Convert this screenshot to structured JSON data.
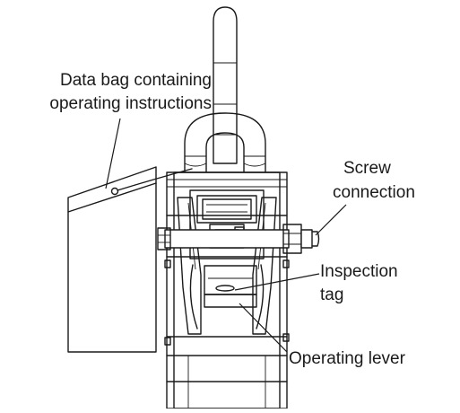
{
  "labels": {
    "data_bag_line1": "Data bag containing",
    "data_bag_line2": "operating instructions",
    "screw_line1": "Screw",
    "screw_line2": "connection",
    "inspection_line1": "Inspection",
    "inspection_line2": "tag",
    "operating_lever": "Operating lever"
  }
}
